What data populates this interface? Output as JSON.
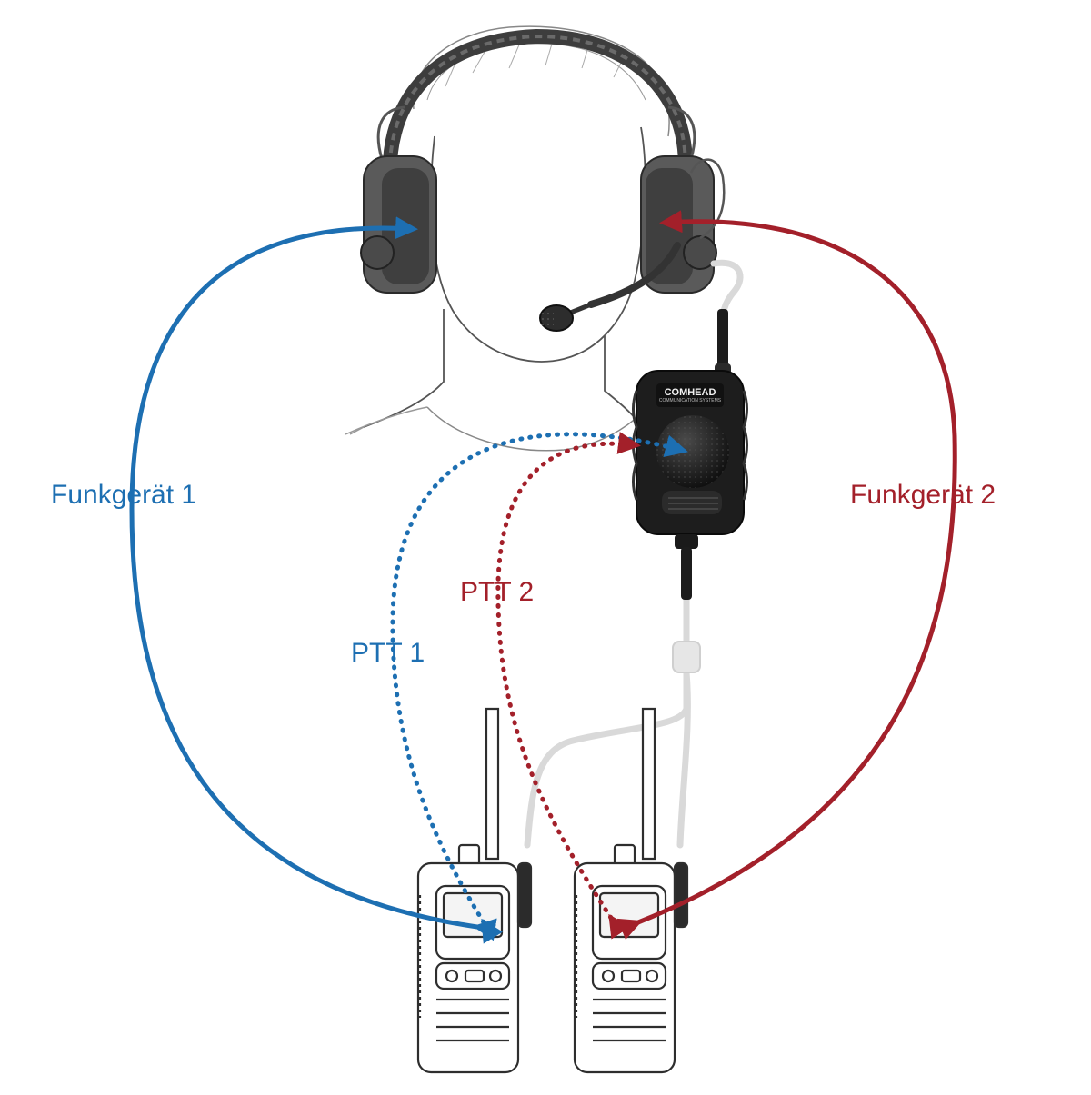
{
  "labels": {
    "radio1_link": "Funkgerät 1",
    "radio2_link": "Funkgerät 2",
    "ptt1": "PTT 1",
    "ptt2": "PTT 2"
  },
  "ptt_unit": {
    "brand": "COMHEAD",
    "subtitle": "COMMUNICATION SYSTEMS"
  },
  "colors": {
    "radio1": "#1d6fb2",
    "radio2": "#a3202a",
    "line_art": "#3a3a3a",
    "cable": "#d9d9d9"
  }
}
